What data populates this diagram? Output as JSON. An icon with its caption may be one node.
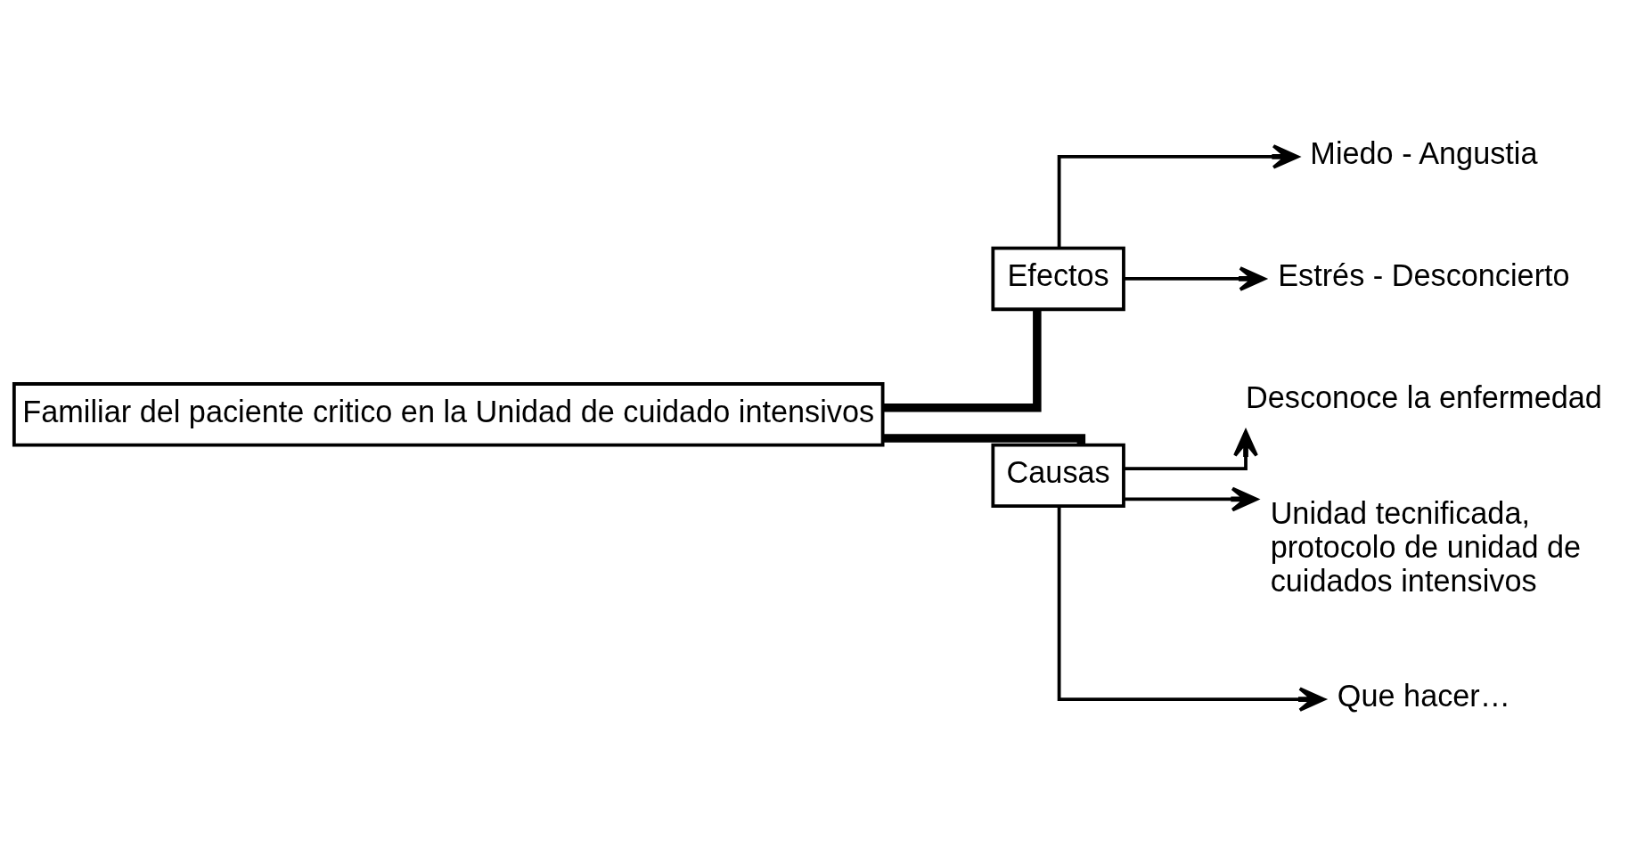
{
  "diagram": {
    "nodes": [
      {
        "text": [
          "Familiar del paciente critico en la Unidad de cuidado intensivos"
        ]
      },
      {
        "text": [
          "Efectos"
        ]
      },
      {
        "text": [
          "Causas"
        ]
      },
      {
        "text": [
          "Miedo - Angustia"
        ]
      },
      {
        "text": [
          "Estrés - Desconcierto"
        ]
      },
      {
        "text": [
          "Desconoce la enfermedad"
        ]
      },
      {
        "text": [
          "Unidad tecnificada, protocolo de unidad de cuidados intensivos"
        ]
      },
      {
        "text": [
          "Que hacer…"
        ]
      }
    ],
    "edges": [
      {
        "from": 0,
        "to": 1,
        "arrow": "none",
        "style": "thick"
      },
      {
        "from": 0,
        "to": 2,
        "arrow": "none",
        "style": "thick"
      },
      {
        "from": 1,
        "to": 3,
        "arrow": "to"
      },
      {
        "from": 1,
        "to": 4,
        "arrow": "to"
      },
      {
        "from": 2,
        "to": 5,
        "arrow": "to"
      },
      {
        "from": 2,
        "to": 6,
        "arrow": "to"
      },
      {
        "from": 2,
        "to": 7,
        "arrow": "to"
      }
    ]
  }
}
